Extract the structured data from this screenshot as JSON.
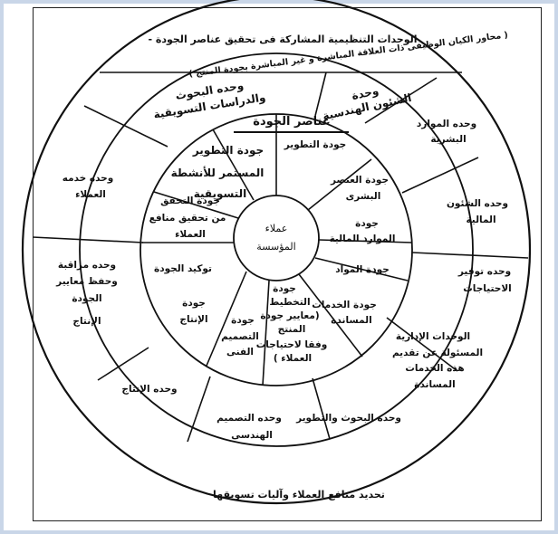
{
  "title": {
    "line1": "الوحدات التنظيمية المشاركة فى تحقيق عناصر الجودة -",
    "line2": "( محاور الكيان الوظيفى ذات العلاقة المباشرة و غير المباشرة بجودة المنتج )"
  },
  "center": {
    "line1": "عملاء",
    "line2": "المؤسسة"
  },
  "quality_header": "عناصر الجودة",
  "outer_units": {
    "research_marketing": {
      "line1": "وحده البحوث",
      "line2": "والدراسات التسويقية"
    },
    "engineering_affairs": {
      "line1": "وحدة",
      "line2": "الشئون الهندسية"
    },
    "human_resources": {
      "line1": "وحده الموارد",
      "line2": "البشرية"
    },
    "financial_affairs": {
      "line1": "وحده الشئون",
      "line2": "المالية"
    },
    "supply": {
      "line1": "وحده توفير",
      "line2": "الاحتياجات"
    },
    "admin_units": {
      "line1": "الوحدات الإدارية",
      "line2": "المسئولة عن تقديم",
      "line3": "هذه الخدمات",
      "line4": "المساندة"
    },
    "research_development": {
      "line1": "وحده البحوث والتطوير"
    },
    "engineering_design": {
      "line1": "وحده التصميم",
      "line2": "الهندسى"
    },
    "production": {
      "line1": "وحده الإنتاج"
    },
    "quality_control": {
      "line1": "وحده مراقبة",
      "line2": "وحفظ معايير",
      "line3": "الجودة",
      "line4": "الإنتاج"
    },
    "customer_service": {
      "line1": "وحده خدمه",
      "line2": "العملاء"
    }
  },
  "inner_elements": {
    "dev_quality": {
      "line1": "جودة التطوير"
    },
    "hr_quality": {
      "line1": "جودة العنصر",
      "line2": "البشرى"
    },
    "finance_quality": {
      "line1": "جودة",
      "line2": "الموارد المالية"
    },
    "materials_quality": {
      "line1": "جودة المواد"
    },
    "services_quality": {
      "line1": "جودة الخدمات",
      "line2": "المساندة"
    },
    "planning_quality": {
      "line1": "جودة",
      "line2": "التخطيط",
      "line3": "(معايير جودة",
      "line4": "المنتج",
      "line5": "وفقا لاحتياجات",
      "line6": "العملاء )"
    },
    "design_quality": {
      "line1": "جودة",
      "line2": "التصميم",
      "line3": "الفنى"
    },
    "production_quality": {
      "line1": "جودة",
      "line2": "الإنتاج"
    },
    "assurance_quality": {
      "line1": "توكيد الجودة"
    },
    "benefits_quality": {
      "line1": "جودة التحقق",
      "line2": "من تحقيق منافع",
      "line3": "العملاء"
    },
    "marketing_quality": {
      "line1": "جودة التطوير",
      "line2": "المستمر للأنشطة",
      "line3": "التسويقية"
    }
  },
  "caption": "تحديد منافع العملاء وآليات تسويقها"
}
